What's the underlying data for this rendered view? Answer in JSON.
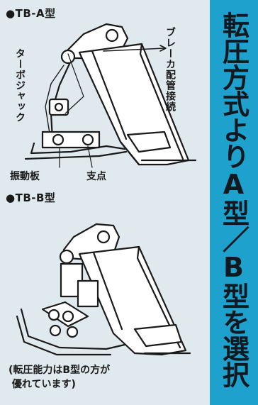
{
  "section_a": {
    "title": "●TB-A型",
    "labels": {
      "breaker_pipe": "ブレーカ配管接続",
      "turbo_jack": "ターボジャック",
      "vibration_plate": "振動板",
      "fulcrum": "支点"
    }
  },
  "section_b": {
    "title": "●TB-B型",
    "note": "(転圧能力はB型の方が\n 優れています)"
  },
  "banner": {
    "text": "転圧方式よりA型／B型を選択",
    "background": "#1ea1cd"
  },
  "colors": {
    "panel_bg": "#dfe9ee",
    "line": "#1a1a1a"
  }
}
